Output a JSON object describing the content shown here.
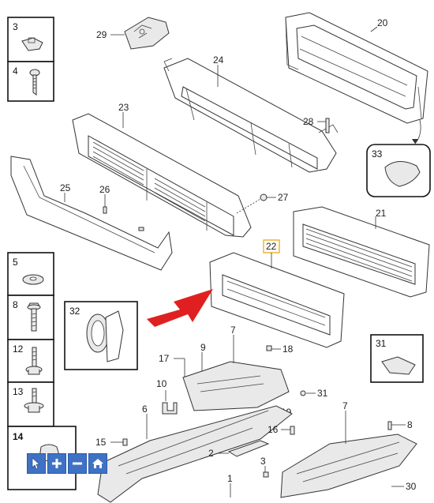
{
  "callouts": {
    "c1": "1",
    "c2": "2",
    "c3": "3",
    "c3b": "3",
    "c4": "4",
    "c5": "5",
    "c6": "6",
    "c7a": "7",
    "c7b": "7",
    "c8": "8",
    "c8b": "8",
    "c9": "9",
    "c10": "10",
    "c12": "12",
    "c13": "13",
    "c14": "14",
    "c15": "15",
    "c16": "16",
    "c17": "17",
    "c18": "18",
    "c19": "19",
    "c20": "20",
    "c21": "21",
    "c22": "22",
    "c23": "23",
    "c24": "24",
    "c25": "25",
    "c26": "26",
    "c27": "27",
    "c28": "28",
    "c29": "29",
    "c30": "30",
    "c31": "31",
    "c31b": "31",
    "c32": "32",
    "c33": "33"
  },
  "colors": {
    "arrow": "#e02020",
    "highlight_box": "#e8a300",
    "toolbar": "#3f72c4"
  },
  "toolbar": {
    "icons": [
      "cursor-select-icon",
      "zoom-in-icon",
      "zoom-out-icon",
      "home-icon"
    ]
  }
}
